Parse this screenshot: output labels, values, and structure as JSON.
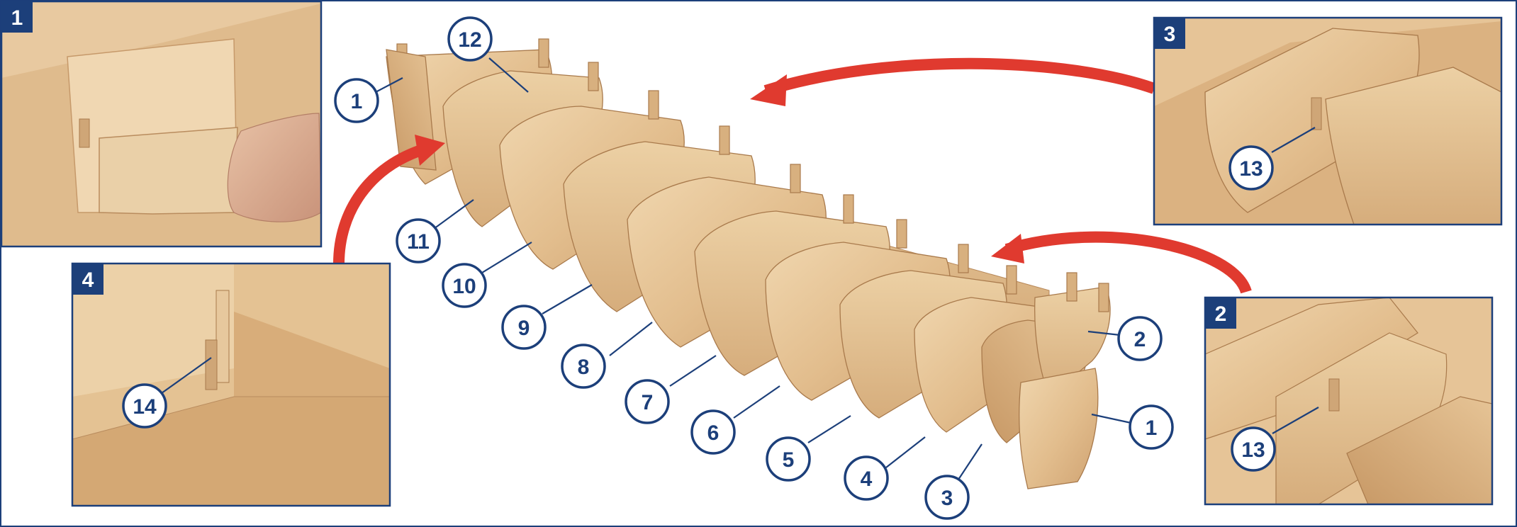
{
  "panels": [
    {
      "id": "panel-1",
      "label": "1"
    },
    {
      "id": "panel-2",
      "label": "2"
    },
    {
      "id": "panel-3",
      "label": "3"
    },
    {
      "id": "panel-4",
      "label": "4"
    }
  ],
  "callouts": {
    "main": [
      "12",
      "1",
      "11",
      "10",
      "9",
      "8",
      "7",
      "6",
      "5",
      "4",
      "3",
      "2",
      "1"
    ],
    "panel_2": "13",
    "panel_3": "13",
    "panel_4": "14"
  },
  "colors": {
    "navy": "#1c3f7a",
    "arrow_red": "#e03a2f",
    "wood_light": "#e9c89a",
    "wood_mid": "#dcb483",
    "wood_dark": "#c99b68"
  }
}
